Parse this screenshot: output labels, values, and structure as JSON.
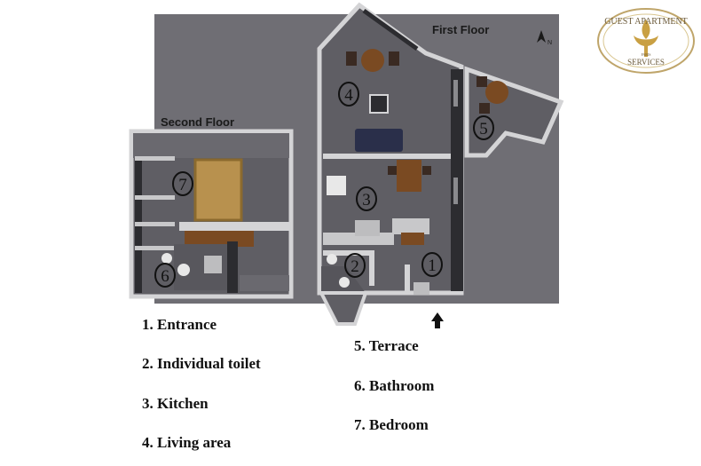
{
  "floors": {
    "first": "First Floor",
    "second": "Second Floor"
  },
  "compass": "N",
  "rooms": [
    {
      "num": "1",
      "name": "Entrance"
    },
    {
      "num": "2",
      "name": "Individual toilet"
    },
    {
      "num": "3",
      "name": "Kitchen"
    },
    {
      "num": "4",
      "name": "Living area"
    },
    {
      "num": "5",
      "name": "Terrace"
    },
    {
      "num": "6",
      "name": "Bathroom"
    },
    {
      "num": "7",
      "name": "Bedroom"
    }
  ],
  "legend": [
    "1. Entrance",
    "2. Individual toilet",
    "3. Kitchen",
    "4. Living area",
    "5. Terrace",
    "6. Bathroom",
    "7. Bedroom"
  ],
  "logo": {
    "top": "GUEST APARTMENT",
    "bottom": "SERVICES",
    "city": "PARIS"
  },
  "colors": {
    "floor": "#6f6e74",
    "wall": "#d4d4d6",
    "wall_dark": "#2c2c30",
    "wood": "#8b5a2b",
    "gold": "#c9a043"
  }
}
